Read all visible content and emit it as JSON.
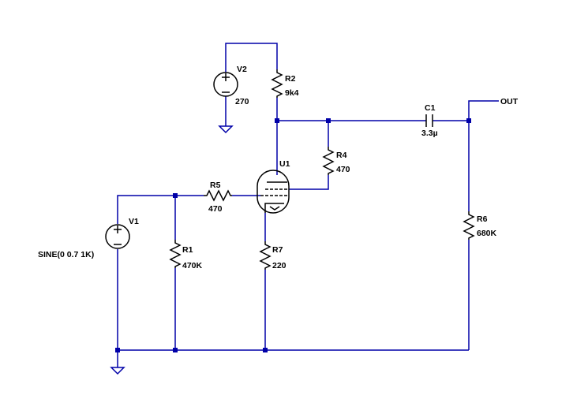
{
  "components": {
    "v1": {
      "name": "V1",
      "value": "SINE(0 0.7 1K)"
    },
    "v2": {
      "name": "V2",
      "value": "270"
    },
    "r1": {
      "name": "R1",
      "value": "470K"
    },
    "r2": {
      "name": "R2",
      "value": "9k4"
    },
    "r4": {
      "name": "R4",
      "value": "470"
    },
    "r5": {
      "name": "R5",
      "value": "470"
    },
    "r6": {
      "name": "R6",
      "value": "680K"
    },
    "r7": {
      "name": "R7",
      "value": "220"
    },
    "c1": {
      "name": "C1",
      "value": "3.3µ"
    },
    "u1": {
      "name": "U1"
    }
  },
  "net_labels": {
    "out": "OUT"
  },
  "colors": {
    "wire": "#0000a8",
    "component": "#000000",
    "background": "#ffffff"
  }
}
